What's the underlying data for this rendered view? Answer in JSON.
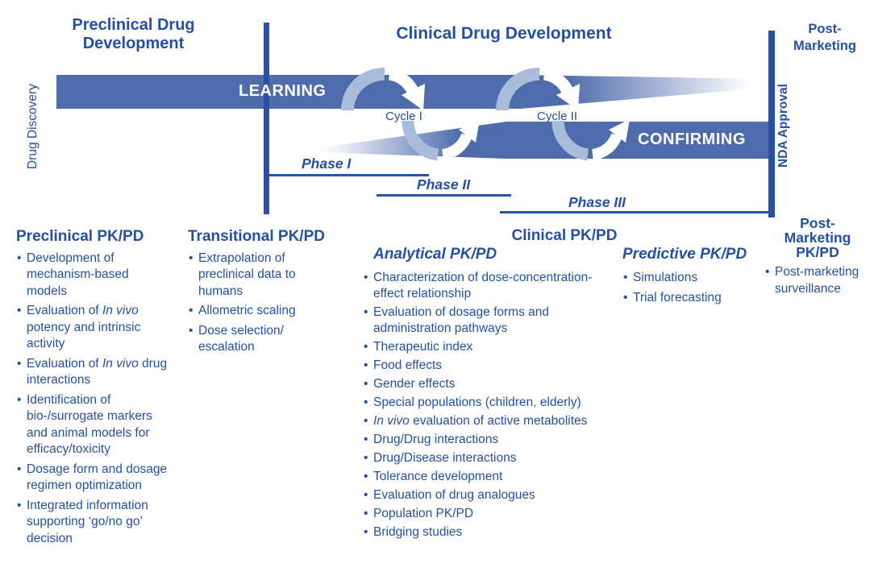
{
  "colors": {
    "band_blue": "#4e6cac",
    "arrow_light_blue": "#a9bcd9",
    "text_blue": "#2450a4",
    "line_blue": "#2552a8",
    "white": "#ffffff"
  },
  "header": {
    "preclinical_title": "Preclinical Drug Development",
    "clinical_title": "Clinical Drug Development",
    "post_marketing_line1": "Post-",
    "post_marketing_line2": "Marketing"
  },
  "timeline": {
    "drug_discovery_label": "Drug Discovery",
    "nda_approval_label": "NDA Approval",
    "learning_label": "LEARNING",
    "confirming_label": "CONFIRMING",
    "cycle_1_label": "Cycle I",
    "cycle_2_label": "Cycle II",
    "phase_1_label": "Phase I",
    "phase_2_label": "Phase II",
    "phase_3_label": "Phase III"
  },
  "sections": {
    "preclinical": {
      "title": "Preclinical PK/PD",
      "items": [
        "Development of mechanism-based models",
        {
          "pre": "Evaluation of ",
          "it": "In vivo",
          "post": " potency and intrinsic activity"
        },
        {
          "pre": "Evaluation of ",
          "it": "In vivo",
          "post": " drug interactions"
        },
        "Identification of bio-/surrogate markers and animal models for efficacy/toxicity",
        "Dosage form and dosage regimen optimization",
        "Integrated information supporting ‘go/no go’ decision"
      ]
    },
    "transitional": {
      "title": "Transitional PK/PD",
      "items": [
        "Extrapolation of preclinical data to humans",
        "Allometric scaling",
        "Dose selection/ escalation"
      ]
    },
    "clinical": {
      "title": "Clinical PK/PD",
      "analytical": {
        "title": "Analytical PK/PD",
        "items": [
          "Characterization of dose-concentration-effect relationship",
          "Evaluation of dosage forms and administration pathways",
          "Therapeutic index",
          "Food effects",
          "Gender effects",
          "Special populations (children, elderly)",
          {
            "it": "In vivo",
            "post": " evaluation of active metabolites"
          },
          "Drug/Drug interactions",
          "Drug/Disease interactions",
          "Tolerance development",
          "Evaluation of drug analogues",
          "Population PK/PD",
          "Bridging studies"
        ]
      },
      "predictive": {
        "title": "Predictive PK/PD",
        "items": [
          "Simulations",
          "Trial forecasting"
        ]
      }
    },
    "post_marketing": {
      "title_line1": "Post-",
      "title_line2": "Marketing",
      "title_line3": "PK/PD",
      "items": [
        "Post-marketing surveillance"
      ]
    }
  }
}
